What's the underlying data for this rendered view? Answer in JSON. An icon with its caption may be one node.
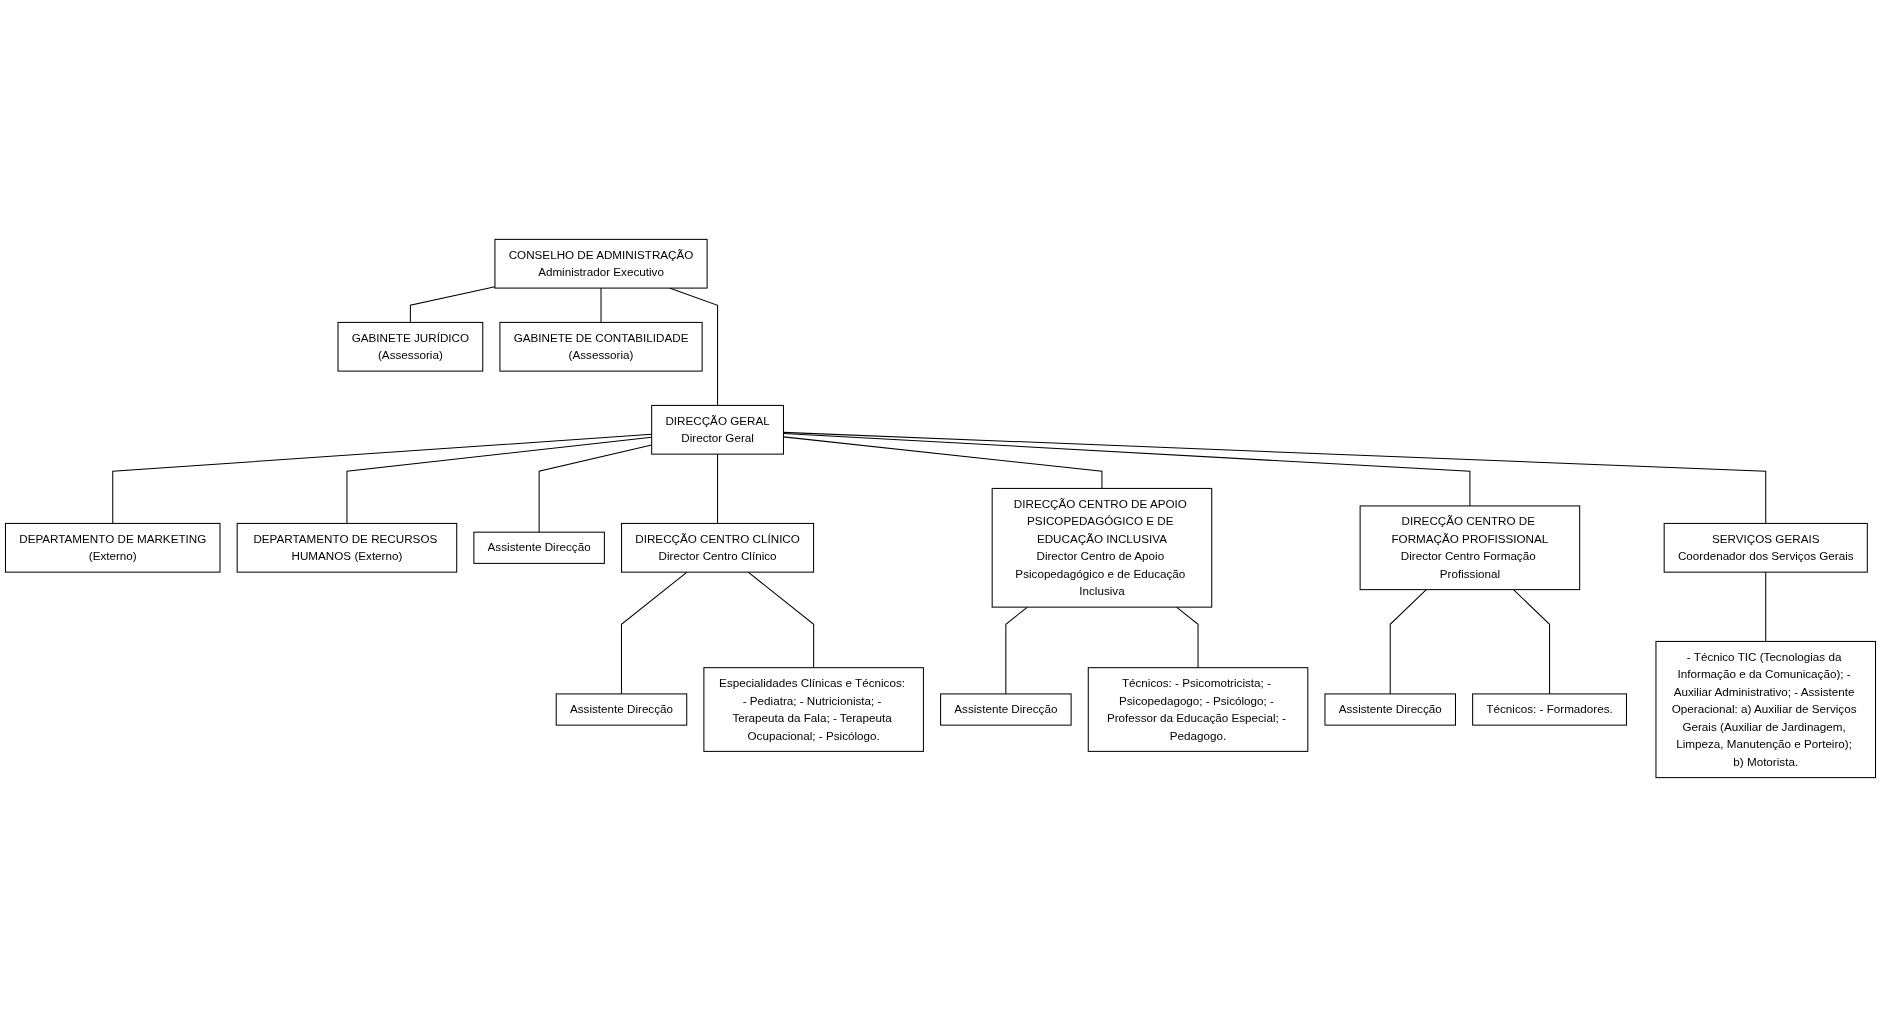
{
  "diagram": {
    "nodes": [
      {
        "text": [
          "CONSELHO DE ADMINISTRAÇÃO",
          "Administrador Executivo"
        ]
      },
      {
        "text": [
          "GABINETE JURÍDICO",
          "(Assessoria)"
        ]
      },
      {
        "text": [
          "GABINETE DE CONTABILIDADE",
          "(Assessoria)"
        ]
      },
      {
        "text": [
          "DIRECÇÃO GERAL",
          "Director Geral"
        ]
      },
      {
        "text": [
          "DEPARTAMENTO DE MARKETING",
          "(Externo)"
        ]
      },
      {
        "text": [
          "DEPARTAMENTO DE RECURSOS HUMANOS (Externo)"
        ]
      },
      {
        "text": [
          "Assistente Direcção"
        ]
      },
      {
        "text": [
          "DIRECÇÃO CENTRO CLÍNICO",
          "Director Centro Clínico"
        ]
      },
      {
        "text": [
          "DIRECÇÃO CENTRO DE APOIO PSICOPEDAGÓGICO E DE EDUCAÇÃO INCLUSIVA",
          "Director Centro de Apoio Psicopedagógico e de Educação Inclusiva"
        ]
      },
      {
        "text": [
          "DIRECÇÃO CENTRO DE FORMAÇÃO PROFISSIONAL",
          "Director Centro Formação Profissional"
        ]
      },
      {
        "text": [
          "SERVIÇOS GERAIS",
          "Coordenador dos Serviços Gerais"
        ]
      },
      {
        "text": [
          "Assistente Direcção"
        ]
      },
      {
        "text": [
          "Especialidades Clínicas e Técnicos: - Pediatra; - Nutricionista; - Terapeuta da Fala; - Terapeuta Ocupacional; - Psicólogo."
        ]
      },
      {
        "text": [
          "Assistente Direcção"
        ]
      },
      {
        "text": [
          "Técnicos: - Psicomotricista; - Psicopedagogo; - Psicólogo; - Professor da Educação Especial; - Pedagogo."
        ]
      },
      {
        "text": [
          "Assistente Direcção"
        ]
      },
      {
        "text": [
          "Técnicos: - Formadores."
        ]
      },
      {
        "text": [
          "- Técnico TIC (Tecnologias da Informação e da Comunicação); - Auxiliar Administrativo; - Assistente Operacional: a) Auxiliar de Serviços Gerais (Auxiliar de Jardinagem, Limpeza, Manutenção e Porteiro); b) Motorista."
        ]
      }
    ],
    "edges": [
      {
        "from": 0,
        "to": 1,
        "arrow": "none"
      },
      {
        "from": 0,
        "to": 2,
        "arrow": "none"
      },
      {
        "from": 0,
        "to": 3,
        "arrow": "none"
      },
      {
        "from": 3,
        "to": 4,
        "arrow": "none"
      },
      {
        "from": 3,
        "to": 5,
        "arrow": "none"
      },
      {
        "from": 3,
        "to": 6,
        "arrow": "none"
      },
      {
        "from": 3,
        "to": 7,
        "arrow": "none"
      },
      {
        "from": 3,
        "to": 8,
        "arrow": "none"
      },
      {
        "from": 3,
        "to": 9,
        "arrow": "none"
      },
      {
        "from": 3,
        "to": 10,
        "arrow": "none"
      },
      {
        "from": 7,
        "to": 11,
        "arrow": "none"
      },
      {
        "from": 7,
        "to": 12,
        "arrow": "none"
      },
      {
        "from": 8,
        "to": 13,
        "arrow": "none"
      },
      {
        "from": 8,
        "to": 14,
        "arrow": "none"
      },
      {
        "from": 9,
        "to": 15,
        "arrow": "none"
      },
      {
        "from": 9,
        "to": 16,
        "arrow": "none"
      },
      {
        "from": 10,
        "to": 17,
        "arrow": "none"
      }
    ]
  }
}
